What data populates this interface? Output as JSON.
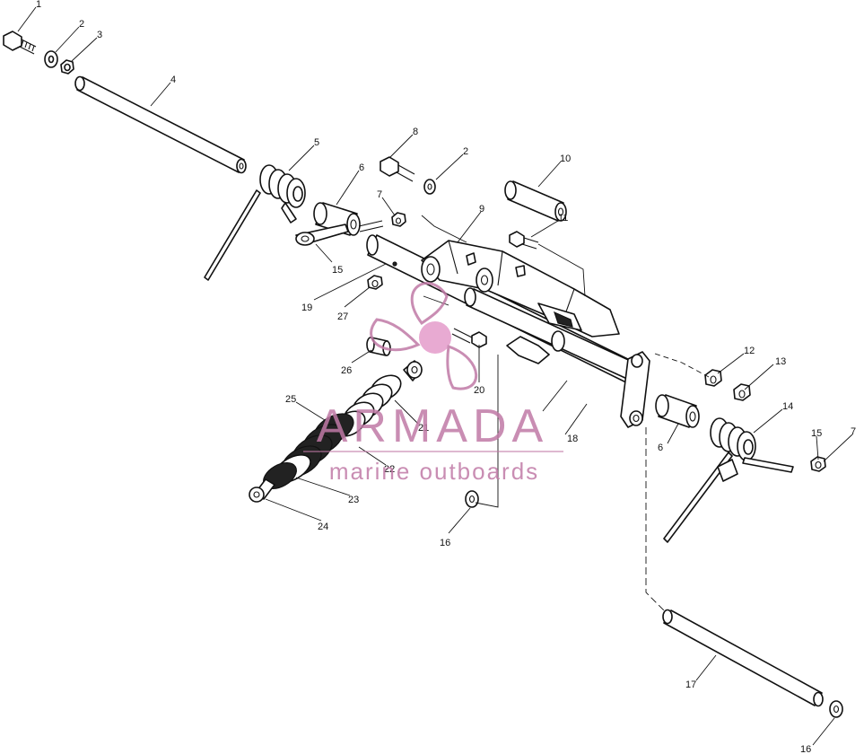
{
  "callouts": [
    "1",
    "2",
    "3",
    "4",
    "5",
    "6",
    "7",
    "8",
    "2",
    "10",
    "9",
    "11",
    "15",
    "19",
    "27",
    "26",
    "20",
    "12",
    "13",
    "14",
    "15",
    "7",
    "25",
    "21",
    "22",
    "23",
    "24",
    "16",
    "18",
    "6",
    "17",
    "16"
  ],
  "watermark": {
    "brand": "ARMADA",
    "tagline": "marine outboards",
    "color": "#c07aa6",
    "logo": "propeller-icon"
  }
}
